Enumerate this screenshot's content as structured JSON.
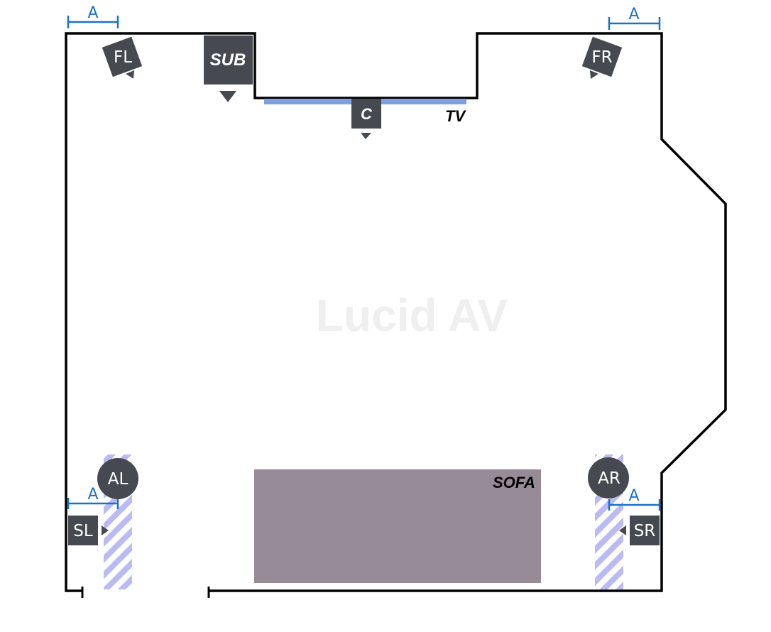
{
  "watermark": "Lucid AV",
  "labels": {
    "tv": "TV",
    "sofa": "SOFA",
    "dimension": "A"
  },
  "speakers": {
    "fl": "FL",
    "fr": "FR",
    "sub": "SUB",
    "center": "C",
    "al": "AL",
    "ar": "AR",
    "sl": "SL",
    "sr": "SR"
  },
  "colors": {
    "wall": "#000000",
    "speaker": "#464a50",
    "tv": "#7f9fe0",
    "sofa": "#968b96",
    "dimension": "#1a73c9",
    "hatch": "#b9bbf2",
    "watermark": "#efefef"
  }
}
